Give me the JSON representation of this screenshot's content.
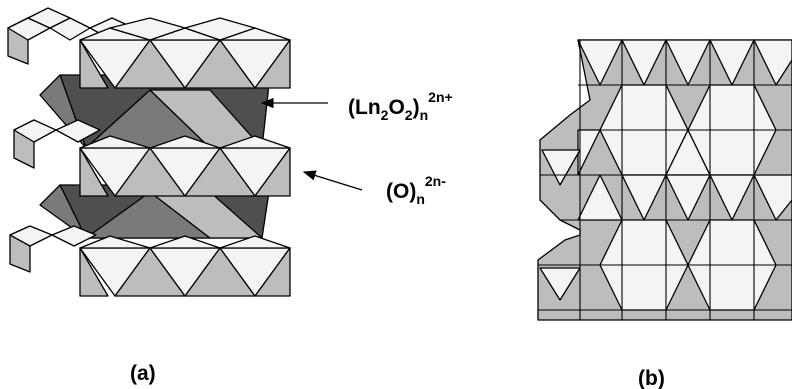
{
  "labels": {
    "layer_upper": {
      "base": "(Ln",
      "sub1": "2",
      "mid": "O",
      "sub2": "2",
      "close": ")",
      "subscript_n": "n",
      "charge": "2n+"
    },
    "layer_lower": {
      "base": "(O)",
      "subscript_n": "n",
      "charge": "2n-"
    },
    "panel_a": "(a)",
    "panel_b": "(b)"
  },
  "colors": {
    "light_face": "#f4f4f4",
    "mid_face": "#bdbdbd",
    "dark_face": "#7a7a7a",
    "very_dark_face": "#4f4f4f",
    "edge": "#000000"
  }
}
